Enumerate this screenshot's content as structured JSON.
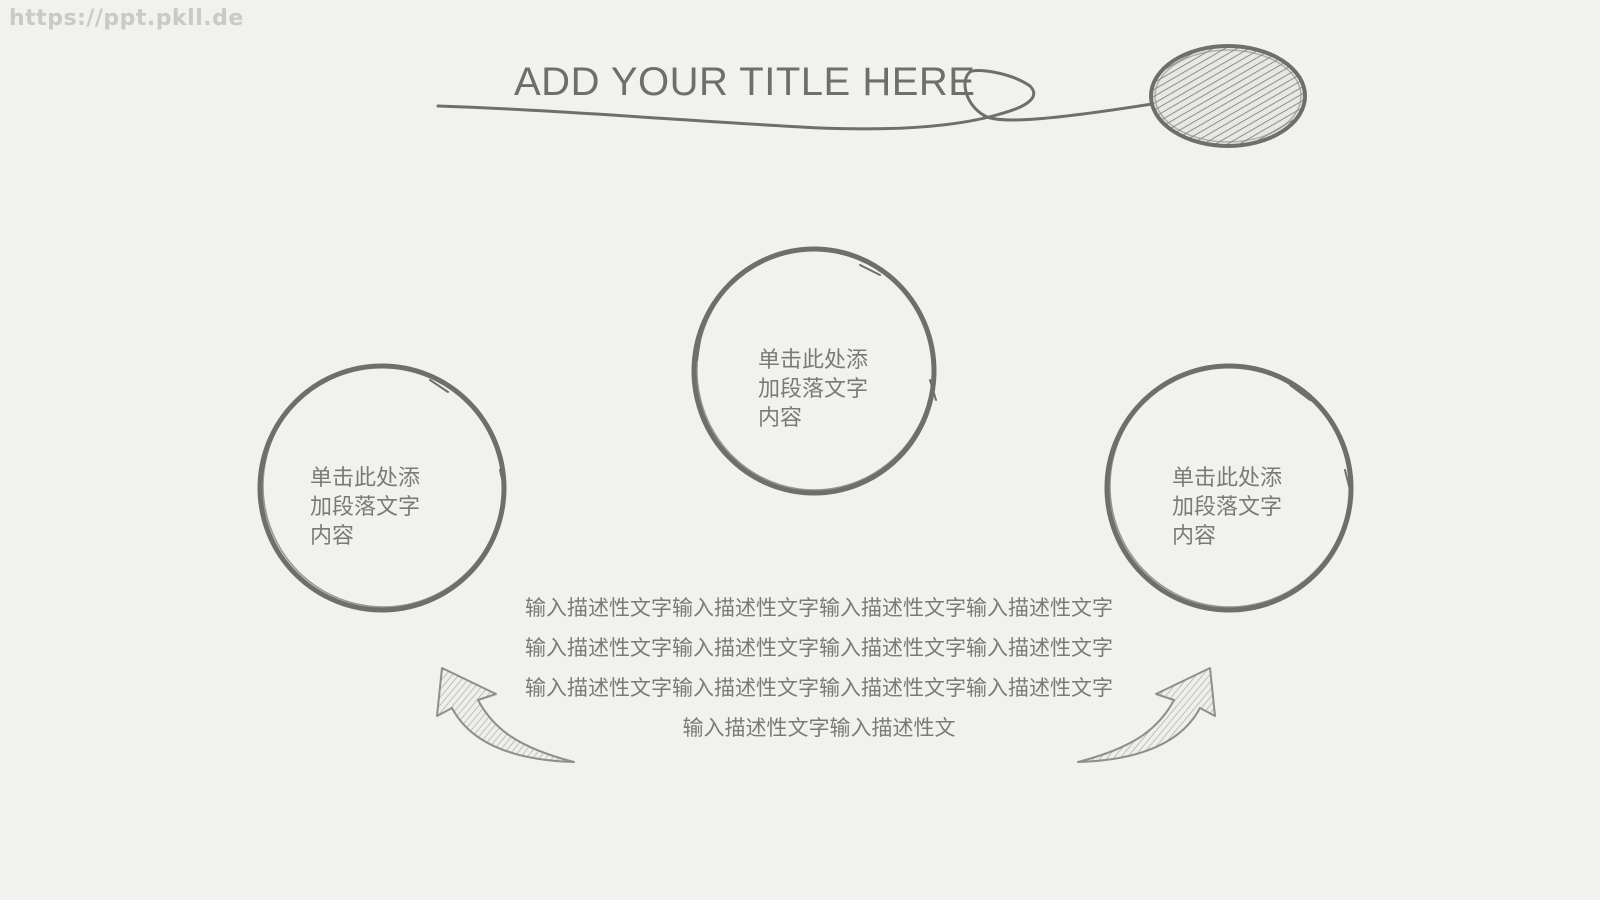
{
  "watermark": "https://ppt.pkll.de",
  "title": "ADD YOUR TITLE HERE",
  "circles": [
    {
      "text": "单击此处添加段落文字内容"
    },
    {
      "text": "单击此处添加段落文字内容"
    },
    {
      "text": "单击此处添加段落文字内容"
    }
  ],
  "description": "输入描述性文字输入描述性文字输入描述性文字输入描述性文字输入描述性文字输入描述性文字输入描述性文字输入描述性文字输入描述性文字输入描述性文字输入描述性文字输入描述性文字输入描述性文字输入描述性文",
  "colors": {
    "background": "#f1f2ee",
    "ink": "#6f706c"
  }
}
